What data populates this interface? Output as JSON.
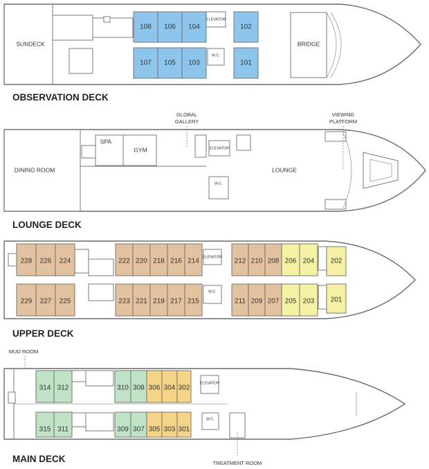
{
  "colors": {
    "blue": "#8ec5ec",
    "tan": "#e3c2a0",
    "yellow": "#f5f2a4",
    "green": "#bfe3c4",
    "orange": "#f5d487"
  },
  "decks": {
    "observation": {
      "title": "OBSERVATION DECK",
      "labels": {
        "sundeck": "SUNDECK",
        "bridge": "BRIDGE",
        "elevator": "ELEVATOR",
        "wc": "W.C."
      },
      "cabins": [
        {
          "num": "108",
          "color": "blue",
          "row": "top"
        },
        {
          "num": "106",
          "color": "blue",
          "row": "top"
        },
        {
          "num": "104",
          "color": "blue",
          "row": "top"
        },
        {
          "num": "102",
          "color": "blue",
          "row": "top"
        },
        {
          "num": "107",
          "color": "blue",
          "row": "bottom"
        },
        {
          "num": "105",
          "color": "blue",
          "row": "bottom"
        },
        {
          "num": "103",
          "color": "blue",
          "row": "bottom"
        },
        {
          "num": "101",
          "color": "blue",
          "row": "bottom"
        }
      ]
    },
    "lounge": {
      "title": "LOUNGE DECK",
      "labels": {
        "dining": "DINING ROOM",
        "spa": "SPA",
        "gym": "GYM",
        "lounge": "LOUNGE",
        "elevator": "ELEVATOR",
        "wc": "W.C.",
        "gallery_1": "GLOBAL",
        "gallery_2": "GALLERY",
        "viewing_1": "VIEWING",
        "viewing_2": "PLATFORM"
      }
    },
    "upper": {
      "title": "UPPER DECK",
      "labels": {
        "elevator": "ELEVATOR",
        "wc": "W.C."
      },
      "cabins": [
        {
          "num": "228",
          "color": "tan",
          "row": "top"
        },
        {
          "num": "226",
          "color": "tan",
          "row": "top"
        },
        {
          "num": "224",
          "color": "tan",
          "row": "top"
        },
        {
          "num": "222",
          "color": "tan",
          "row": "top"
        },
        {
          "num": "220",
          "color": "tan",
          "row": "top"
        },
        {
          "num": "218",
          "color": "tan",
          "row": "top"
        },
        {
          "num": "216",
          "color": "tan",
          "row": "top"
        },
        {
          "num": "214",
          "color": "tan",
          "row": "top"
        },
        {
          "num": "212",
          "color": "tan",
          "row": "top"
        },
        {
          "num": "210",
          "color": "tan",
          "row": "top"
        },
        {
          "num": "208",
          "color": "tan",
          "row": "top"
        },
        {
          "num": "206",
          "color": "yellow",
          "row": "top"
        },
        {
          "num": "204",
          "color": "yellow",
          "row": "top"
        },
        {
          "num": "202",
          "color": "yellow",
          "row": "top"
        },
        {
          "num": "229",
          "color": "tan",
          "row": "bottom"
        },
        {
          "num": "227",
          "color": "tan",
          "row": "bottom"
        },
        {
          "num": "225",
          "color": "tan",
          "row": "bottom"
        },
        {
          "num": "223",
          "color": "tan",
          "row": "bottom"
        },
        {
          "num": "221",
          "color": "tan",
          "row": "bottom"
        },
        {
          "num": "219",
          "color": "tan",
          "row": "bottom"
        },
        {
          "num": "217",
          "color": "tan",
          "row": "bottom"
        },
        {
          "num": "215",
          "color": "tan",
          "row": "bottom"
        },
        {
          "num": "211",
          "color": "tan",
          "row": "bottom"
        },
        {
          "num": "209",
          "color": "tan",
          "row": "bottom"
        },
        {
          "num": "207",
          "color": "tan",
          "row": "bottom"
        },
        {
          "num": "205",
          "color": "yellow",
          "row": "bottom"
        },
        {
          "num": "203",
          "color": "yellow",
          "row": "bottom"
        },
        {
          "num": "201",
          "color": "yellow",
          "row": "bottom"
        }
      ]
    },
    "main": {
      "title": "MAIN DECK",
      "labels": {
        "mud_room": "MUD ROOM",
        "treatment": "TREATMENT ROOM",
        "elevator": "ELEVATOR",
        "wc": "W.C."
      },
      "cabins": [
        {
          "num": "314",
          "color": "green",
          "row": "top"
        },
        {
          "num": "312",
          "color": "green",
          "row": "top"
        },
        {
          "num": "310",
          "color": "green",
          "row": "top"
        },
        {
          "num": "308",
          "color": "green",
          "row": "top"
        },
        {
          "num": "306",
          "color": "orange",
          "row": "top"
        },
        {
          "num": "304",
          "color": "orange",
          "row": "top"
        },
        {
          "num": "302",
          "color": "orange",
          "row": "top"
        },
        {
          "num": "315",
          "color": "green",
          "row": "bottom"
        },
        {
          "num": "311",
          "color": "green",
          "row": "bottom"
        },
        {
          "num": "309",
          "color": "green",
          "row": "bottom"
        },
        {
          "num": "307",
          "color": "green",
          "row": "bottom"
        },
        {
          "num": "305",
          "color": "orange",
          "row": "bottom"
        },
        {
          "num": "303",
          "color": "orange",
          "row": "bottom"
        },
        {
          "num": "301",
          "color": "orange",
          "row": "bottom"
        }
      ]
    }
  }
}
